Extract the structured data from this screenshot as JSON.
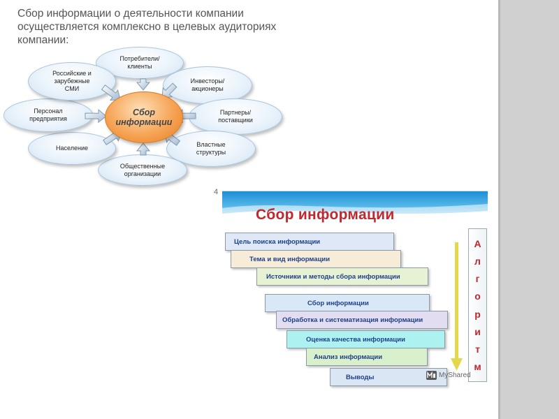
{
  "slide": {
    "title": "Сбор информации о деятельности компании осуществляется комплексно в целевых аудиториях компании:",
    "stray_mark": "4"
  },
  "diagram": {
    "center": "Сбор\nинформации",
    "nodes": [
      "Потребители/\nклиенты",
      "Инвесторы/\nакционеры",
      "Партнеры/\nпоставщики",
      "Властные\nструктуры",
      "Общественные\nорганизации",
      "Население",
      "Персонал\nпредприятия",
      "Российские и\nзарубежные\nСМИ"
    ]
  },
  "algorithm": {
    "title": "Сбор информации",
    "vertical_label": [
      "А",
      "л",
      "г",
      "о",
      "р",
      "и",
      "т",
      "м"
    ],
    "steps": [
      {
        "label": "Цель поиска информации",
        "color": "#dfe8f6"
      },
      {
        "label": "Тема и вид информации",
        "color": "#f7ecd8"
      },
      {
        "label": "Источники и методы сбора информации",
        "color": "#e6f2d3"
      },
      {
        "label": "Сбор информации",
        "color": "#d8e8f6"
      },
      {
        "label": "Обработка и систематизация информации",
        "color": "#e2ddf0"
      },
      {
        "label": "Оценка качества информации",
        "color": "#aef1f1"
      },
      {
        "label": "Анализ информации",
        "color": "#d9f0cc"
      },
      {
        "label": "Выводы",
        "color": "#dbe6f5"
      }
    ],
    "arrow_color": "#e3d84a",
    "accent_color": "#c0282d"
  },
  "watermark": {
    "text": "MyShared"
  }
}
